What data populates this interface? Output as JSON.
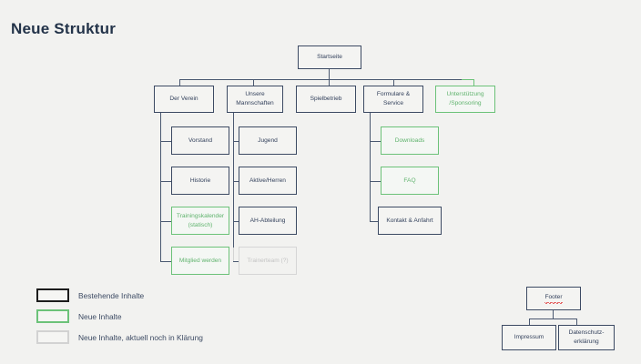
{
  "page": {
    "title": "Neue Struktur",
    "background": "#f2f2f0"
  },
  "colors": {
    "existing_border": "#3c4a63",
    "existing_text": "#33415c",
    "new_border": "#6cc279",
    "new_text": "#5fb36d",
    "open_border": "#d6d6d6",
    "open_text": "#c3c3c3",
    "connector": "#4a5870",
    "title": "#233349"
  },
  "diagram": {
    "root": {
      "label": "Startseite",
      "state": "existing"
    },
    "level1": [
      {
        "label": "Der Verein",
        "state": "existing"
      },
      {
        "label": "Unsere\nMannschaften",
        "state": "existing"
      },
      {
        "label": "Spielbetrieb",
        "state": "existing"
      },
      {
        "label": "Formulare &\nService",
        "state": "existing"
      },
      {
        "label": "Unterstützung\n/Sponsoring",
        "state": "new"
      }
    ],
    "children": {
      "der_verein": [
        {
          "label": "Vorstand",
          "state": "existing"
        },
        {
          "label": "Historie",
          "state": "existing"
        },
        {
          "label": "Trainingskalender\n(statisch)",
          "state": "new"
        },
        {
          "label": "Mitglied werden",
          "state": "new"
        }
      ],
      "unsere_mannschaften": [
        {
          "label": "Jugend",
          "state": "existing"
        },
        {
          "label": "Aktive/Herren",
          "state": "existing"
        },
        {
          "label": "AH-Abteilung",
          "state": "existing"
        },
        {
          "label": "Trainerteam (?)",
          "state": "open"
        }
      ],
      "formulare_service": [
        {
          "label": "Downloads",
          "state": "new"
        },
        {
          "label": "FAQ",
          "state": "new"
        },
        {
          "label": "Kontakt & Anfahrt",
          "state": "existing"
        }
      ]
    }
  },
  "legend": {
    "items": [
      {
        "label": "Bestehende Inhalte",
        "state": "existing"
      },
      {
        "label": "Neue Inhalte",
        "state": "new"
      },
      {
        "label": "Neue Inhalte, aktuell noch in Klärung",
        "state": "open"
      }
    ]
  },
  "footer_diagram": {
    "root": {
      "label": "Footer",
      "state": "existing",
      "spellcheck_error": true
    },
    "children": [
      {
        "label": "Impressum",
        "state": "existing"
      },
      {
        "label": "Datenschutz-\nerklärung",
        "state": "existing"
      }
    ]
  }
}
